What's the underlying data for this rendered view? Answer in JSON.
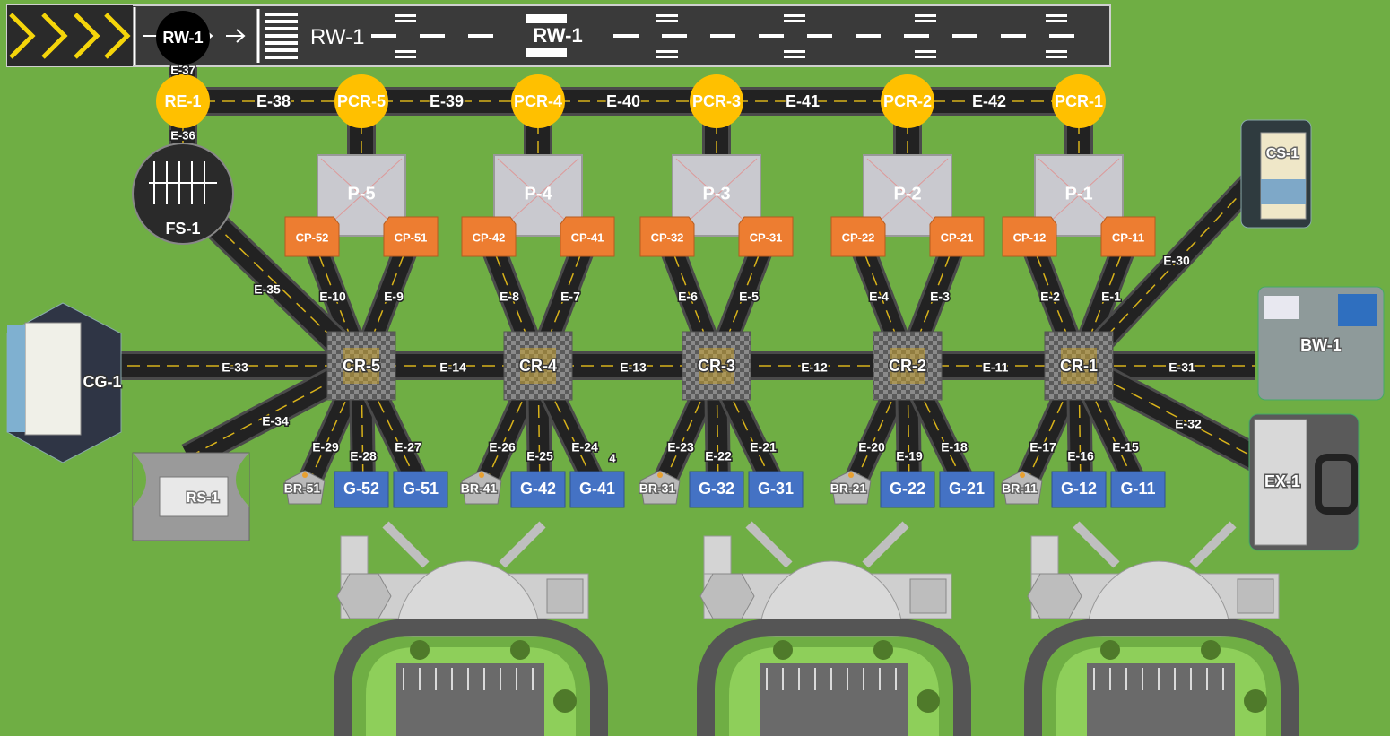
{
  "runway": {
    "threshold_label": "RW-1",
    "center_label": "RW-1",
    "node": "RW-1"
  },
  "nodes": {
    "re": "RE-1",
    "pcr": [
      "PCR-5",
      "PCR-4",
      "PCR-3",
      "PCR-2",
      "PCR-1"
    ],
    "fuel": "FS-1",
    "pads": [
      "P-5",
      "P-4",
      "P-3",
      "P-2",
      "P-1"
    ],
    "charging_left": [
      "CP-52",
      "CP-42",
      "CP-32",
      "CP-22",
      "CP-12"
    ],
    "charging_right": [
      "CP-51",
      "CP-41",
      "CP-31",
      "CP-21",
      "CP-11"
    ],
    "crossings": [
      "CR-5",
      "CR-4",
      "CR-3",
      "CR-2",
      "CR-1"
    ],
    "bays": [
      "BR-51",
      "BR-41",
      "BR-31",
      "BR-21",
      "BR-11"
    ],
    "gates_left": [
      "G-52",
      "G-42",
      "G-32",
      "G-22",
      "G-12"
    ],
    "gates_right": [
      "G-51",
      "G-41",
      "G-31",
      "G-21",
      "G-11"
    ],
    "cg": "CG-1",
    "rs": "RS-1",
    "cs": "CS-1",
    "bw": "BW-1",
    "ex": "EX-1"
  },
  "edges": {
    "top": [
      "E-37",
      "E-36",
      "E-38",
      "E-39",
      "E-40",
      "E-41",
      "E-42"
    ],
    "pad_left": [
      "E-10",
      "E-8",
      "E-6",
      "E-4",
      "E-2"
    ],
    "pad_right": [
      "E-9",
      "E-7",
      "E-5",
      "E-3",
      "E-1"
    ],
    "main": [
      "E-33",
      "E-14",
      "E-13",
      "E-12",
      "E-11",
      "E-31"
    ],
    "gate_a": [
      "E-29",
      "E-26",
      "E-23",
      "E-20",
      "E-17"
    ],
    "gate_b": [
      "E-28",
      "E-25",
      "E-22",
      "E-19",
      "E-16"
    ],
    "gate_c": [
      "E-27",
      "E-24",
      "E-21",
      "E-18",
      "E-15"
    ],
    "side": [
      "E-35",
      "E-34",
      "E-30",
      "E-32"
    ],
    "stray": "4"
  },
  "colors": {
    "grass": "#6fae44",
    "road": "#222222",
    "road_edge": "#4a4a4a",
    "road_line": "#d8b21a",
    "pcr": "#ffc000",
    "charge": "#ed7d31",
    "gate": "#4472c4",
    "runway": "#3a3a3a",
    "chevron": "#f5d50a"
  }
}
